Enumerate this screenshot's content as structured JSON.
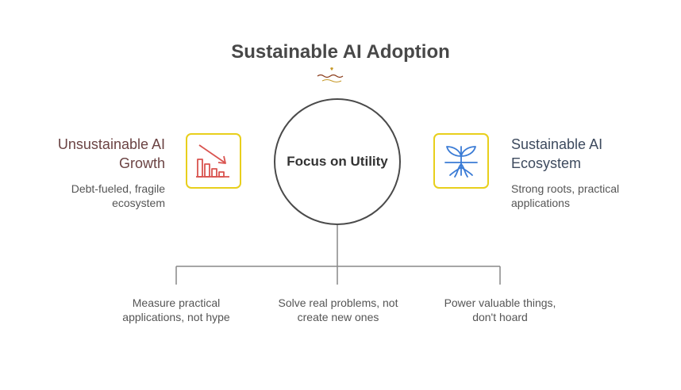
{
  "title": "Sustainable AI Adoption",
  "center": {
    "label": "Focus on Utility"
  },
  "left": {
    "title_line1": "Unsustainable AI",
    "title_line2": "Growth",
    "desc_line1": "Debt-fueled, fragile",
    "desc_line2": "ecosystem",
    "icon": "declining-bar-chart-icon",
    "color": "#d9534f"
  },
  "right": {
    "title_line1": "Sustainable AI",
    "title_line2": "Ecosystem",
    "desc_line1": "Strong roots, practical",
    "desc_line2": "applications",
    "icon": "sprout-with-roots-icon",
    "color": "#3a7bd5"
  },
  "branches": [
    {
      "line1": "Measure practical",
      "line2": "applications, not hype"
    },
    {
      "line1": "Solve real problems, not",
      "line2": "create new ones"
    },
    {
      "line1": "Power valuable things,",
      "line2": "don't hoard"
    }
  ],
  "colors": {
    "icon_border": "#e8cf1c",
    "connector": "#888888"
  }
}
